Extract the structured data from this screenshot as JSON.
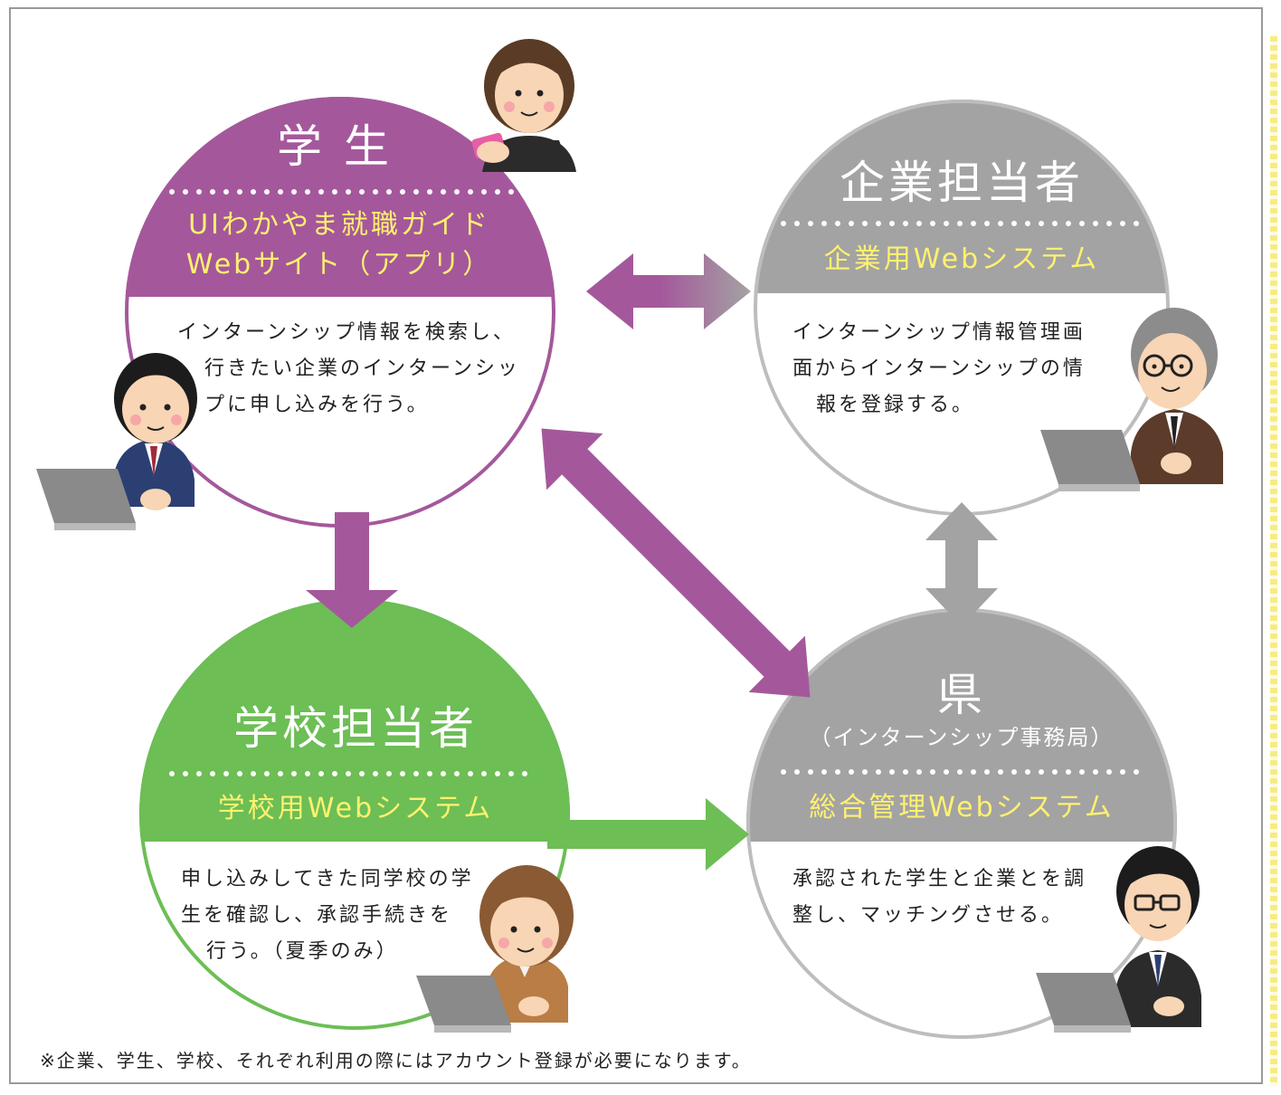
{
  "student": {
    "title": "学生",
    "system": [
      "UIわかやま就職ガイド",
      "Webサイト（アプリ）"
    ],
    "description": [
      "インターンシップ情報を検索し、",
      "行きたい企業のインターンシッ",
      "プに申し込みを行う。"
    ]
  },
  "company": {
    "title": "企業担当者",
    "system": "企業用Webシステム",
    "description": [
      "インターンシップ情報管理画",
      "面からインターンシップの情",
      "報を登録する。"
    ]
  },
  "school": {
    "title": "学校担当者",
    "system": "学校用Webシステム",
    "description": [
      "申し込みしてきた同学校の学",
      "生を確認し、承認手続きを",
      "行う。（夏季のみ）"
    ]
  },
  "prefecture": {
    "title": "県",
    "subtitle": "（インターンシップ事務局）",
    "system": "総合管理Webシステム",
    "description": [
      "承認された学生と企業とを調",
      "整し、マッチングさせる。"
    ]
  },
  "footnote": "※企業、学生、学校、それぞれ利用の際にはアカウント登録が必要になります。",
  "colors": {
    "student": "#a4589b",
    "company": "#a3a3a3",
    "school": "#6cbe55",
    "prefecture": "#a3a3a3",
    "system_text": "#fff170",
    "ring": "#bdbdbd"
  },
  "icons": [
    "student-woman-with-phone-icon",
    "student-man-at-laptop-icon",
    "company-manager-at-laptop-icon",
    "school-teacher-at-laptop-icon",
    "prefecture-officer-at-laptop-icon"
  ]
}
